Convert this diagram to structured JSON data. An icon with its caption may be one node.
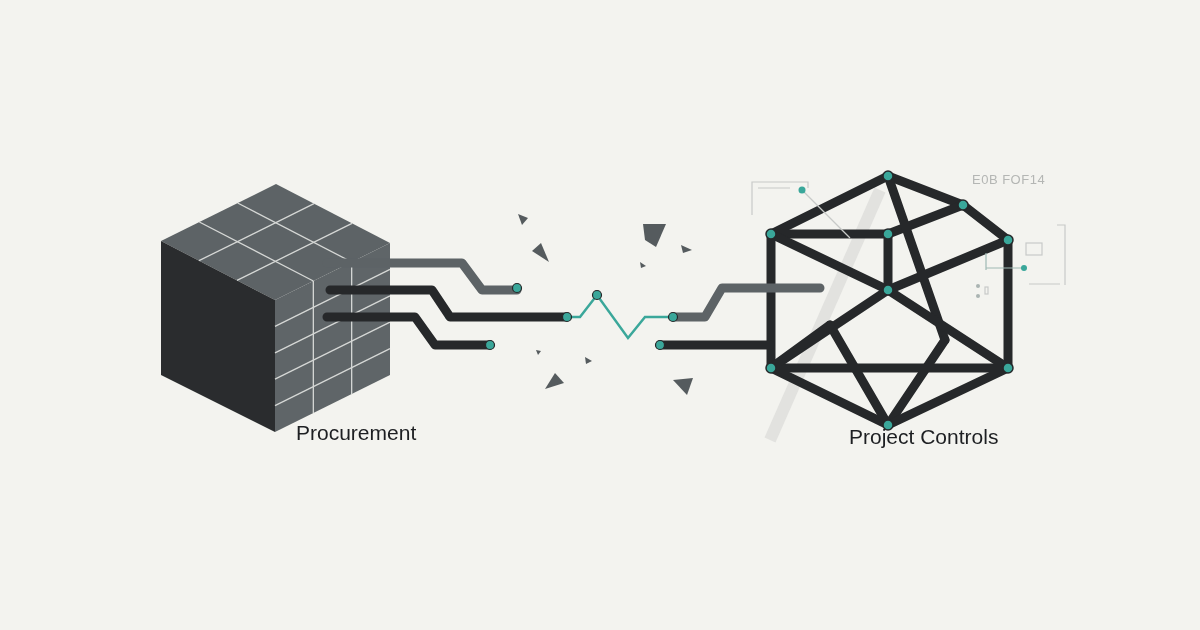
{
  "diagram": {
    "nodes": [
      {
        "text": [
          "Procurement"
        ]
      },
      {
        "text": [
          "Project Controls"
        ]
      }
    ],
    "edges": [
      {
        "from": 0,
        "to": 1,
        "arrow": "none",
        "color": "#3aa79a"
      }
    ],
    "labels": [
      "E0B FOF14"
    ]
  }
}
